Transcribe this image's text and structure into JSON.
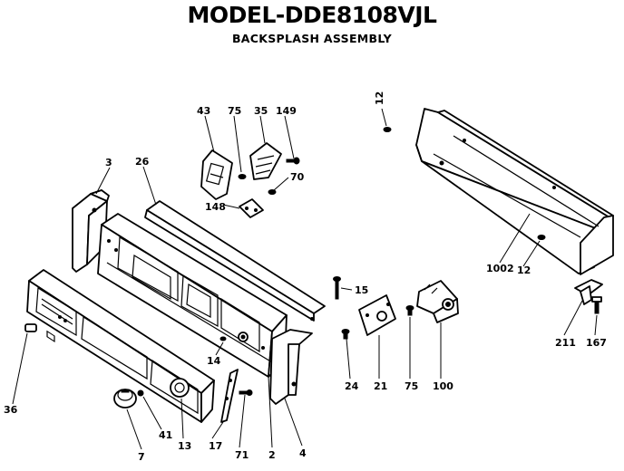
{
  "header": {
    "title": "MODEL-DDE8108VJL",
    "subtitle": "BACKSPLASH ASSEMBLY"
  },
  "diagram": {
    "callouts": [
      {
        "id": "c3",
        "label": "3"
      },
      {
        "id": "c26",
        "label": "26"
      },
      {
        "id": "c43",
        "label": "43"
      },
      {
        "id": "c75a",
        "label": "75"
      },
      {
        "id": "c35",
        "label": "35"
      },
      {
        "id": "c149",
        "label": "149"
      },
      {
        "id": "c12a",
        "label": "12"
      },
      {
        "id": "c70",
        "label": "70"
      },
      {
        "id": "c148",
        "label": "148"
      },
      {
        "id": "c1002",
        "label": "1002"
      },
      {
        "id": "c12b",
        "label": "12"
      },
      {
        "id": "c15",
        "label": "15"
      },
      {
        "id": "c14",
        "label": "14"
      },
      {
        "id": "c36",
        "label": "36"
      },
      {
        "id": "c24",
        "label": "24"
      },
      {
        "id": "c21",
        "label": "21"
      },
      {
        "id": "c75b",
        "label": "75"
      },
      {
        "id": "c100",
        "label": "100"
      },
      {
        "id": "c211",
        "label": "211"
      },
      {
        "id": "c167",
        "label": "167"
      },
      {
        "id": "c7",
        "label": "7"
      },
      {
        "id": "c41",
        "label": "41"
      },
      {
        "id": "c13",
        "label": "13"
      },
      {
        "id": "c17",
        "label": "17"
      },
      {
        "id": "c71",
        "label": "71"
      },
      {
        "id": "c2",
        "label": "2"
      },
      {
        "id": "c4",
        "label": "4"
      }
    ]
  }
}
